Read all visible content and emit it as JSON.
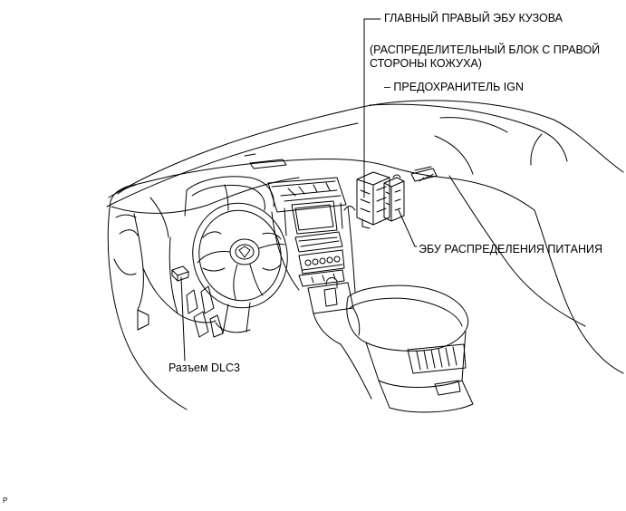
{
  "labels": {
    "main_body_ecu": "ГЛАВНЫЙ ПРАВЫЙ ЭБУ КУЗОВА",
    "junction_block_line1": "(РАСПРЕДЕЛИТЕЛЬНЫЙ БЛОК С ПРАВОЙ",
    "junction_block_line2": "СТОРОНЫ КОЖУХА)",
    "ign_fuse": "– ПРЕДОХРАНИТЕЛЬ IGN",
    "power_distribution_ecu": "ЭБУ РАСПРЕДЕЛЕНИЯ ПИТАНИЯ",
    "dlc3_connector": "Разъем DLC3",
    "corner_mark": "P"
  },
  "colors": {
    "line": "#000000",
    "background": "#ffffff"
  }
}
